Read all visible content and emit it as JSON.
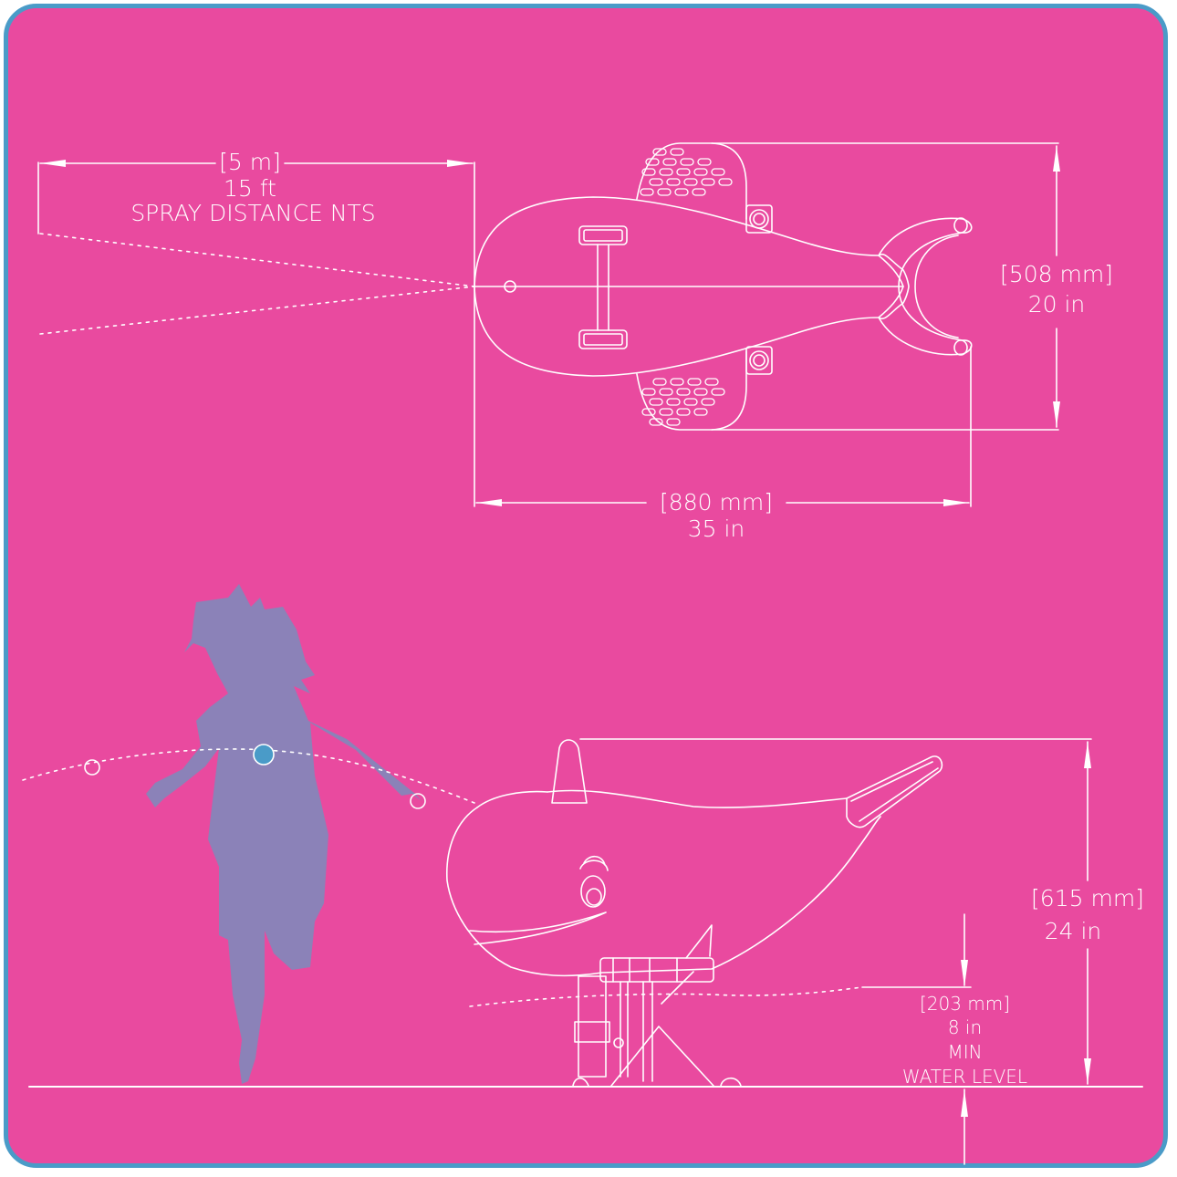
{
  "colors": {
    "background": "#E94A9F",
    "border": "#4A9BC8",
    "line": "#FFFFFF",
    "child_silhouette": "#8B82B8",
    "water_drop": "#4A9BC8"
  },
  "top_view": {
    "spray": {
      "metric": "[5 m]",
      "imperial": "15 ft",
      "note": "SPRAY DISTANCE NTS"
    },
    "width": {
      "metric": "[508 mm]",
      "imperial": "20 in"
    },
    "length": {
      "metric": "[880 mm]",
      "imperial": "35 in"
    }
  },
  "side_view": {
    "height": {
      "metric": "[615 mm]",
      "imperial": "24 in"
    },
    "water_level": {
      "metric": "[203 mm]",
      "imperial": "8 in",
      "qualifier": "MIN",
      "label": "WATER LEVEL"
    }
  }
}
